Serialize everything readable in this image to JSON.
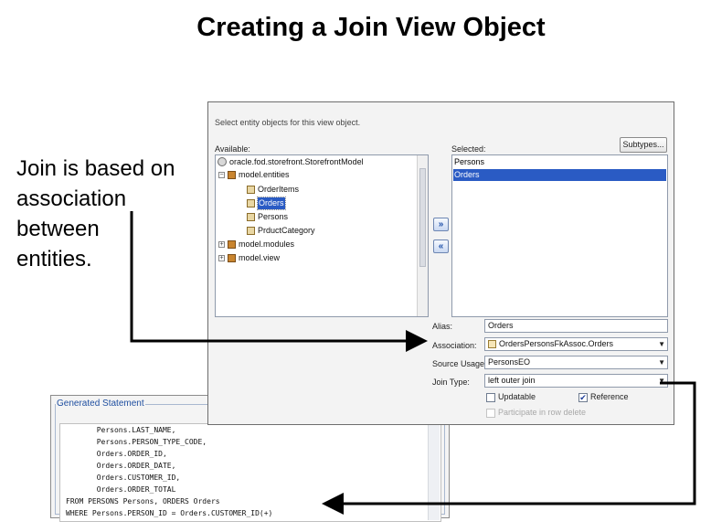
{
  "slide": {
    "title": "Creating a Join View Object",
    "callout": [
      "Join is based on",
      "association",
      "between",
      "entities."
    ]
  },
  "dialog": {
    "instruction": "Select entity objects for this view object.",
    "available_label": "Available:",
    "selected_label": "Selected:",
    "subtypes_button": "Subtypes...",
    "tree": {
      "root": "oracle.fod.storefront.StorefrontModel",
      "entities_pkg": "model.entities",
      "entities": [
        "OrderItems",
        "Orders",
        "Persons",
        "PrductCategory"
      ],
      "modules_pkg": "model.modules",
      "view_pkg": "model.view"
    },
    "move_right": "»",
    "move_left": "«",
    "selected_items": [
      "Persons",
      "Orders"
    ],
    "form": {
      "alias_label": "Alias:",
      "alias_value": "Orders",
      "association_label": "Association:",
      "association_value": "OrdersPersonsFkAssoc.Orders",
      "source_usage_label": "Source Usage:",
      "source_usage_value": "PersonsEO",
      "join_type_label": "Join Type:",
      "join_type_value": "left outer join",
      "updatable_label": "Updatable",
      "reference_label": "Reference",
      "participate_label": "Participate in row delete"
    }
  },
  "generated": {
    "title": "Generated Statement",
    "sql": [
      "       Persons.LAST_NAME,",
      "       Persons.PERSON_TYPE_CODE,",
      "       Orders.ORDER_ID,",
      "       Orders.ORDER_DATE,",
      "       Orders.CUSTOMER_ID,",
      "       Orders.ORDER_TOTAL",
      "FROM PERSONS Persons, ORDERS Orders",
      "WHERE Persons.PERSON_ID = Orders.CUSTOMER_ID(+)"
    ]
  }
}
